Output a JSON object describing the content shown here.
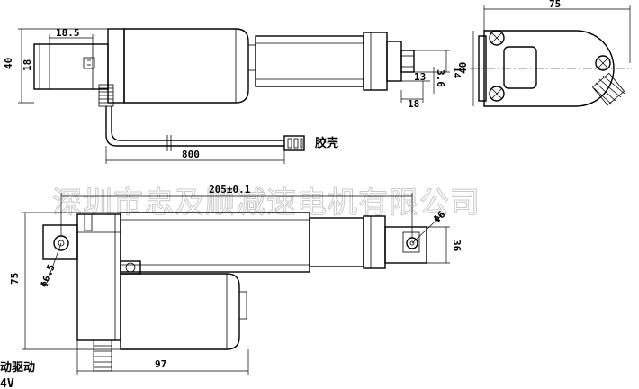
{
  "watermark": "深圳市忠及顺减速电机有限公司",
  "dimensions": {
    "d18_5": "18.5",
    "d40_left": "40",
    "d18_left": "18",
    "d800": "800",
    "d14": "14",
    "d13": "13",
    "d3_6": "3.6",
    "d18_bottom": "18",
    "d75_top": "75",
    "d40_side": "40",
    "d205": "205±0.1",
    "d75_vertical": "75",
    "d6_5": "Φ6.5",
    "d6_right": "Φ6",
    "d36": "36",
    "d97": "97"
  },
  "labels": {
    "connector": "胶壳",
    "drive_partial": "动驱动",
    "voltage_partial": "4V"
  }
}
